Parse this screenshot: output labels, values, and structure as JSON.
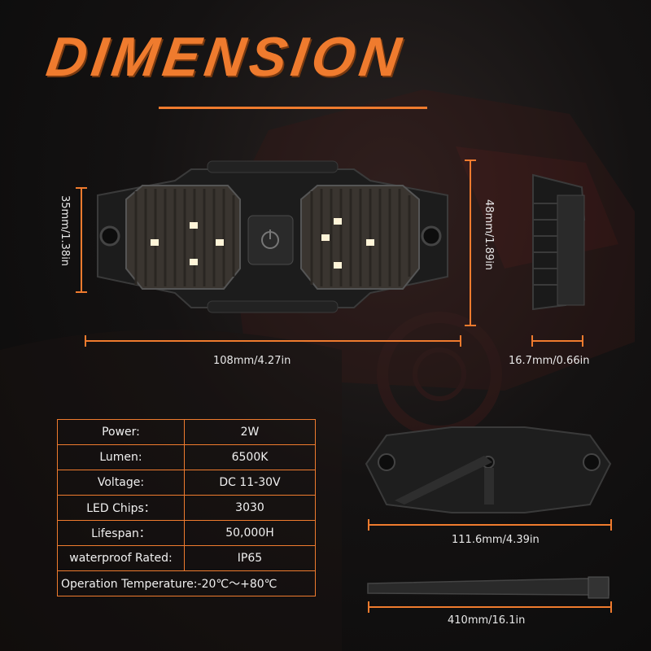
{
  "title": "DIMENSION",
  "dimensions": {
    "front_height": "35mm/1.38in",
    "front_width": "108mm/4.27in",
    "side_height": "48mm/1.89in",
    "side_depth": "16.7mm/0.66in",
    "base_length": "111.6mm/4.39in",
    "strap_length": "410mm/16.1in"
  },
  "specs": [
    {
      "label": "Power:",
      "value": "2W"
    },
    {
      "label": "Lumen:",
      "value": "6500K"
    },
    {
      "label": "Voltage:",
      "value": "DC 11-30V"
    },
    {
      "label": "LED Chips：",
      "value": "3030"
    },
    {
      "label": "Lifespan：",
      "value": "50,000H"
    },
    {
      "label": "waterproof Rated:",
      "value": "IP65"
    }
  ],
  "operation_temperature": "Operation Temperature:-20℃～+80℃",
  "colors": {
    "accent": "#ef7b2e"
  }
}
